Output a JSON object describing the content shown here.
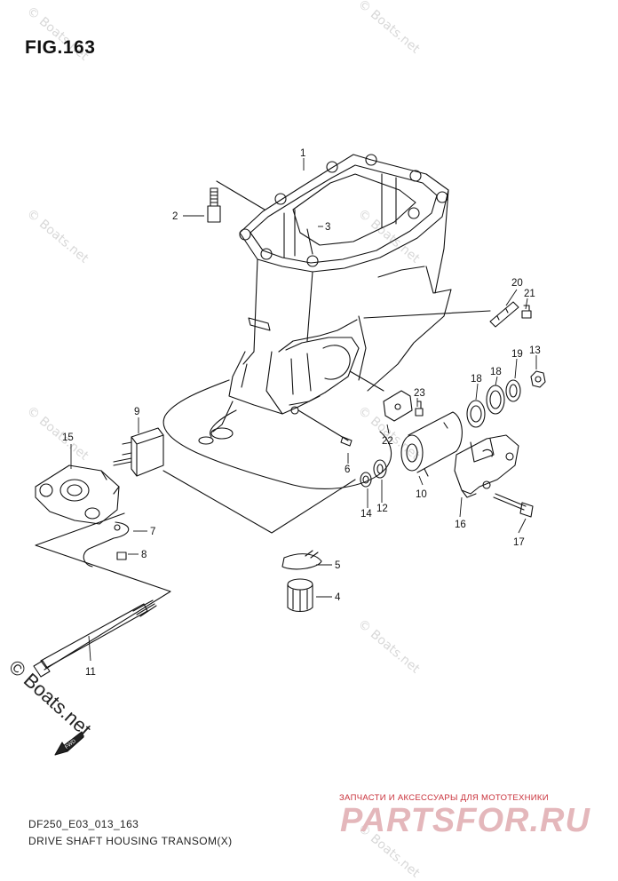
{
  "figure": {
    "title": "FIG.163",
    "code": "DF250_E03_013_163",
    "name": "DRIVE SHAFT HOUSING TRANSOM(X)"
  },
  "parts": [
    {
      "ref": "1"
    },
    {
      "ref": "2"
    },
    {
      "ref": "3"
    },
    {
      "ref": "4"
    },
    {
      "ref": "5"
    },
    {
      "ref": "6"
    },
    {
      "ref": "7"
    },
    {
      "ref": "8"
    },
    {
      "ref": "9"
    },
    {
      "ref": "10"
    },
    {
      "ref": "11"
    },
    {
      "ref": "12"
    },
    {
      "ref": "13"
    },
    {
      "ref": "14"
    },
    {
      "ref": "15"
    },
    {
      "ref": "16"
    },
    {
      "ref": "17"
    },
    {
      "ref": "18"
    },
    {
      "ref": "19"
    },
    {
      "ref": "20"
    },
    {
      "ref": "21"
    },
    {
      "ref": "22"
    },
    {
      "ref": "23"
    }
  ],
  "fwd_label": "FWD",
  "watermark": {
    "small": "© Boats.net",
    "large": "© Boats.net"
  },
  "brand": {
    "tagline": "ЗАПЧАСТИ И АКСЕССУАРЫ ДЛЯ МОТОТЕХНИКИ",
    "logo": "PARTSFOR.RU",
    "color": "#c9303a"
  }
}
